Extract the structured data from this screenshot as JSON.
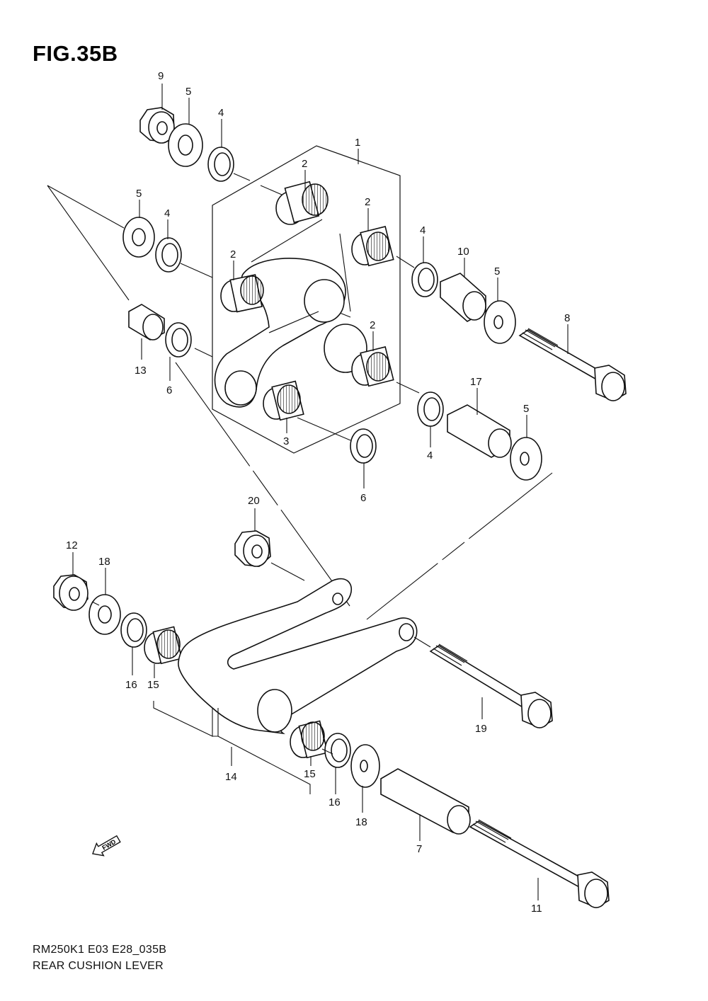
{
  "figure": {
    "title": "FIG.35B",
    "code": "RM250K1 E03 E28_035B",
    "name": "REAR CUSHION LEVER"
  },
  "callouts": [
    {
      "id": "c9",
      "text": "9"
    },
    {
      "id": "c5a",
      "text": "5"
    },
    {
      "id": "c4a",
      "text": "4"
    },
    {
      "id": "c1",
      "text": "1"
    },
    {
      "id": "c2a",
      "text": "2"
    },
    {
      "id": "c5b",
      "text": "5"
    },
    {
      "id": "c4b",
      "text": "4"
    },
    {
      "id": "c2b",
      "text": "2"
    },
    {
      "id": "c4c",
      "text": "4"
    },
    {
      "id": "c10",
      "text": "10"
    },
    {
      "id": "c2c",
      "text": "2"
    },
    {
      "id": "c5c",
      "text": "5"
    },
    {
      "id": "c8",
      "text": "8"
    },
    {
      "id": "c2d",
      "text": "2"
    },
    {
      "id": "c13",
      "text": "13"
    },
    {
      "id": "c6a",
      "text": "6"
    },
    {
      "id": "c17",
      "text": "17"
    },
    {
      "id": "c5d",
      "text": "5"
    },
    {
      "id": "c3",
      "text": "3"
    },
    {
      "id": "c4d",
      "text": "4"
    },
    {
      "id": "c6b",
      "text": "6"
    },
    {
      "id": "c20",
      "text": "20"
    },
    {
      "id": "c12",
      "text": "12"
    },
    {
      "id": "c18a",
      "text": "18"
    },
    {
      "id": "c16a",
      "text": "16"
    },
    {
      "id": "c15a",
      "text": "15"
    },
    {
      "id": "c19",
      "text": "19"
    },
    {
      "id": "c14",
      "text": "14"
    },
    {
      "id": "c15b",
      "text": "15"
    },
    {
      "id": "c16b",
      "text": "16"
    },
    {
      "id": "c18b",
      "text": "18"
    },
    {
      "id": "c7",
      "text": "7"
    },
    {
      "id": "c11",
      "text": "11"
    }
  ],
  "fwd_badge": "FWD"
}
